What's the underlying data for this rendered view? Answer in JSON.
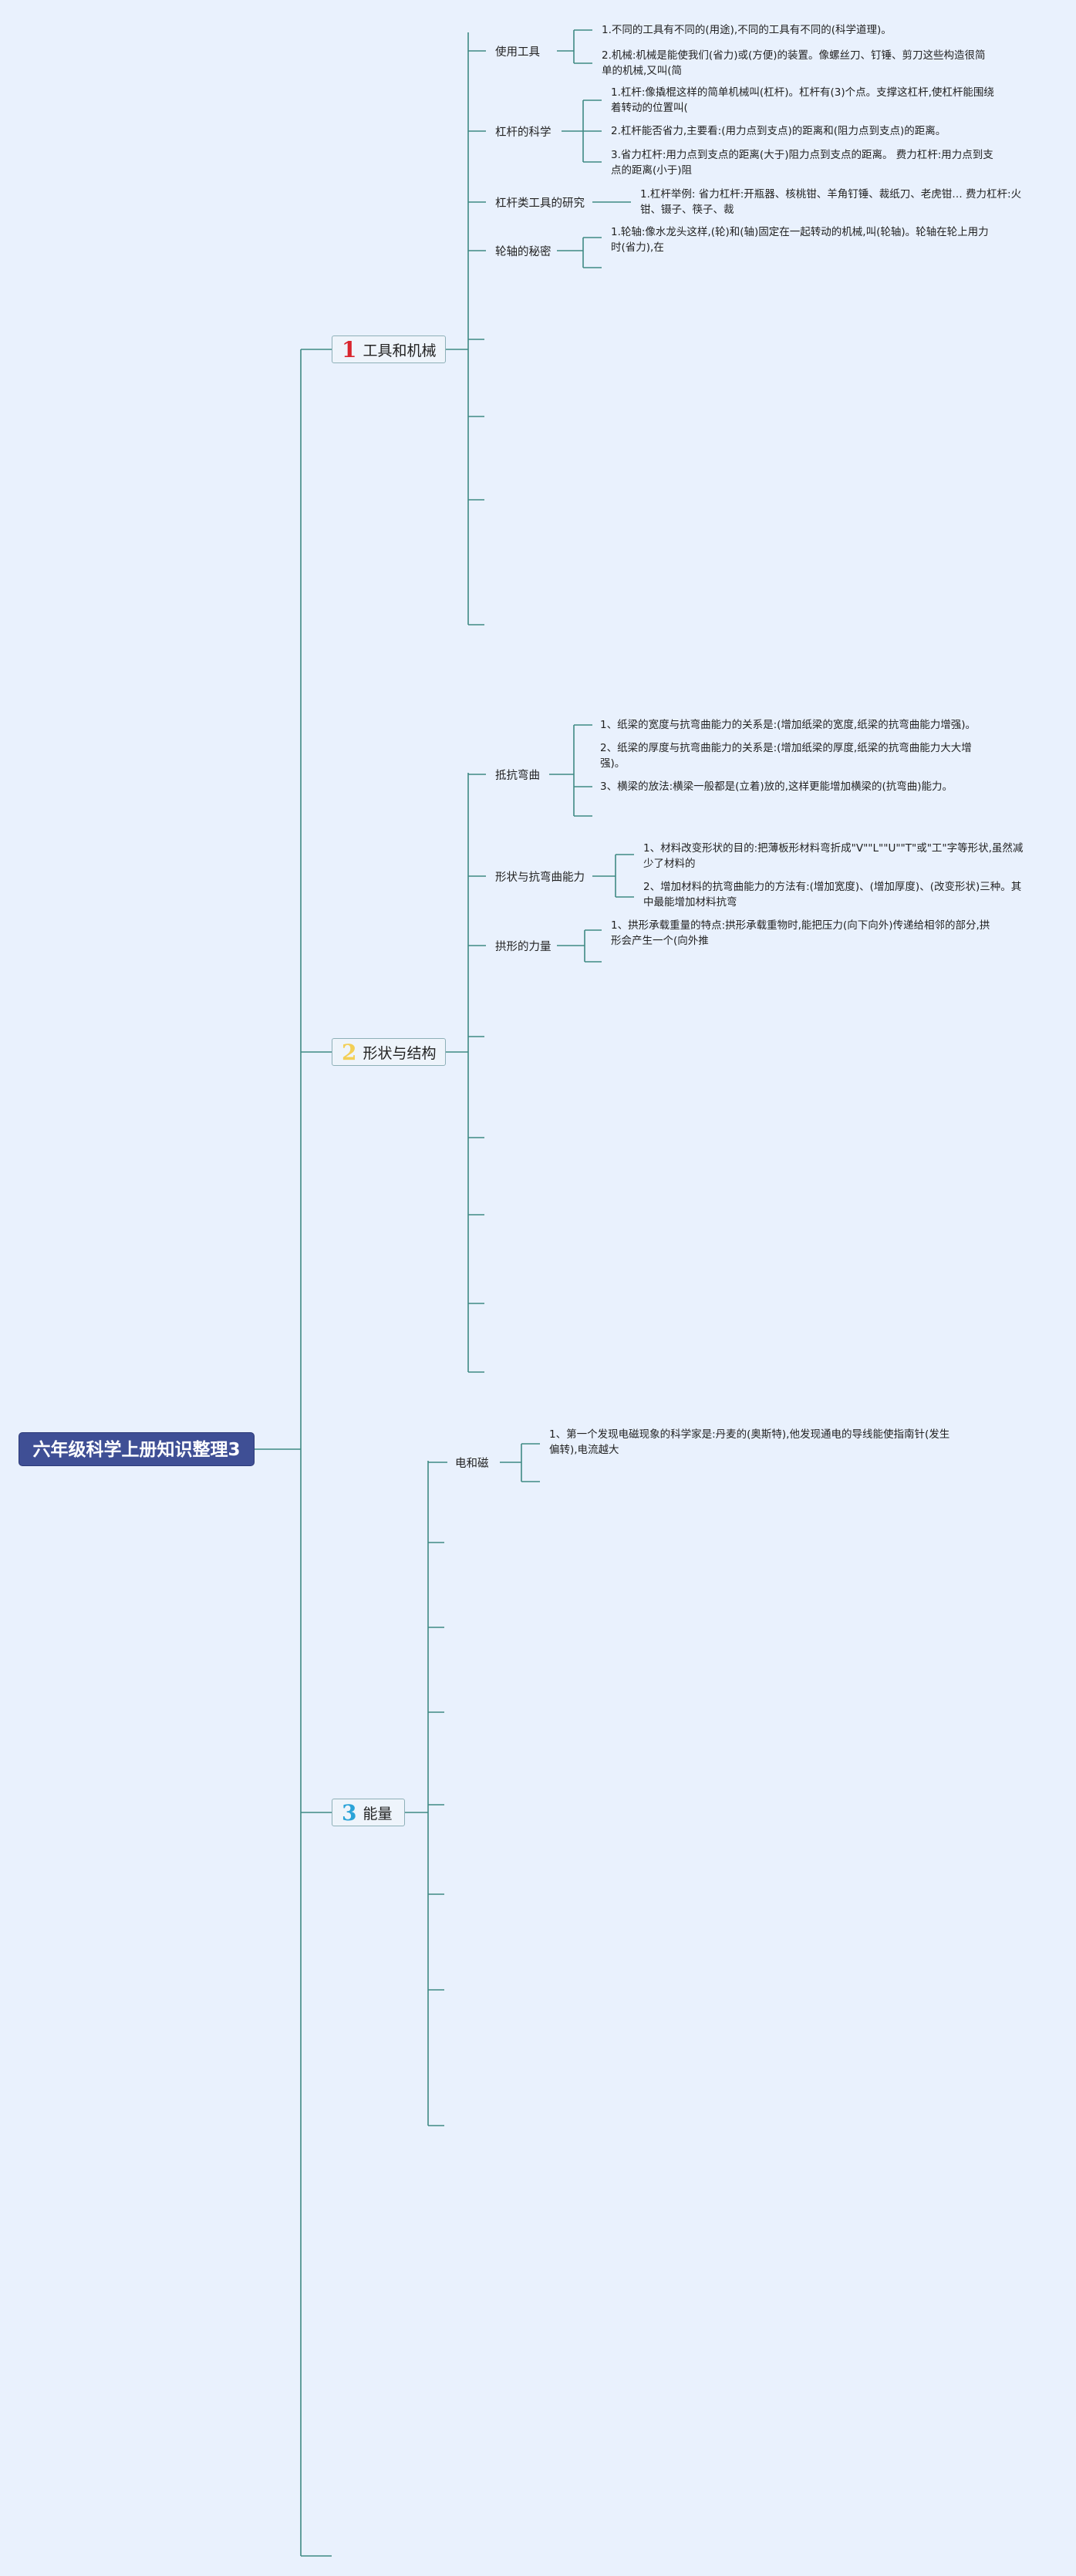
{
  "root": {
    "title": "六年级科学上册知识整理3"
  },
  "branches": [
    {
      "num": "1",
      "title": "工具和机械",
      "color": "#d9262e",
      "subs": [
        {
          "title": "使用工具",
          "leaves": [
            "1.不同的工具有不同的(用途),不同的工具有不同的(科学道理)。",
            "2.机械:机械是能使我们(省力)或(方便)的装置。像螺丝刀、钉锤、剪刀这些构造很简单的机械,又叫(简"
          ]
        },
        {
          "title": "杠杆的科学",
          "leaves": [
            "1.杠杆:像撬棍这样的简单机械叫(杠杆)。杠杆有(3)个点。支撑这杠杆,使杠杆能围绕着转动的位置叫(",
            "2.杠杆能否省力,主要看:(用力点到支点)的距离和(阻力点到支点)的距离。",
            "3.省力杠杆:用力点到支点的距离(大于)阻力点到支点的距离。 费力杠杆:用力点到支点的距离(小于)阻"
          ]
        },
        {
          "title": "杠杆类工具的研究",
          "leaves": [
            "1.杠杆举例: 省力杠杆:开瓶器、核桃钳、羊角钉锤、裁纸刀、老虎钳… 费力杠杆:火钳、镊子、筷子、裁"
          ]
        },
        {
          "title": "轮轴的秘密",
          "leaves": [
            "1.轮轴:像水龙头这样,(轮)和(轴)固定在一起转动的机械,叫(轮轴)。轮轴在轮上用力时(省力),在"
          ]
        }
      ]
    },
    {
      "num": "2",
      "title": "形状与结构",
      "color": "#f3cf55",
      "subs": [
        {
          "title": "抵抗弯曲",
          "leaves": [
            "1、纸梁的宽度与抗弯曲能力的关系是:(增加纸梁的宽度,纸梁的抗弯曲能力增强)。",
            "2、纸梁的厚度与抗弯曲能力的关系是:(增加纸梁的厚度,纸梁的抗弯曲能力大大增强)。",
            "3、横梁的放法:横梁一般都是(立着)放的,这样更能增加横梁的(抗弯曲)能力。"
          ]
        },
        {
          "title": "形状与抗弯曲能力",
          "leaves": [
            "1、材料改变形状的目的:把薄板形材料弯折成\"V\"\"L\"\"U\"\"T\"或\"工\"字等形状,虽然减少了材料的",
            "2、增加材料的抗弯曲能力的方法有:(增加宽度)、(增加厚度)、(改变形状)三种。其中最能增加材料抗弯"
          ]
        },
        {
          "title": "拱形的力量",
          "leaves": [
            "1、拱形承载重量的特点:拱形承载重物时,能把压力(向下向外)传递给相邻的部分,拱形会产生一个(向外推"
          ]
        }
      ]
    },
    {
      "num": "3",
      "title": "能量",
      "color": "#2aa3d8",
      "subs": [
        {
          "title": "电和磁",
          "leaves": [
            "1、第一个发现电磁现象的科学家是:丹麦的(奥斯特),他发现通电的导线能使指南针(发生偏转),电流越大"
          ]
        }
      ]
    }
  ]
}
